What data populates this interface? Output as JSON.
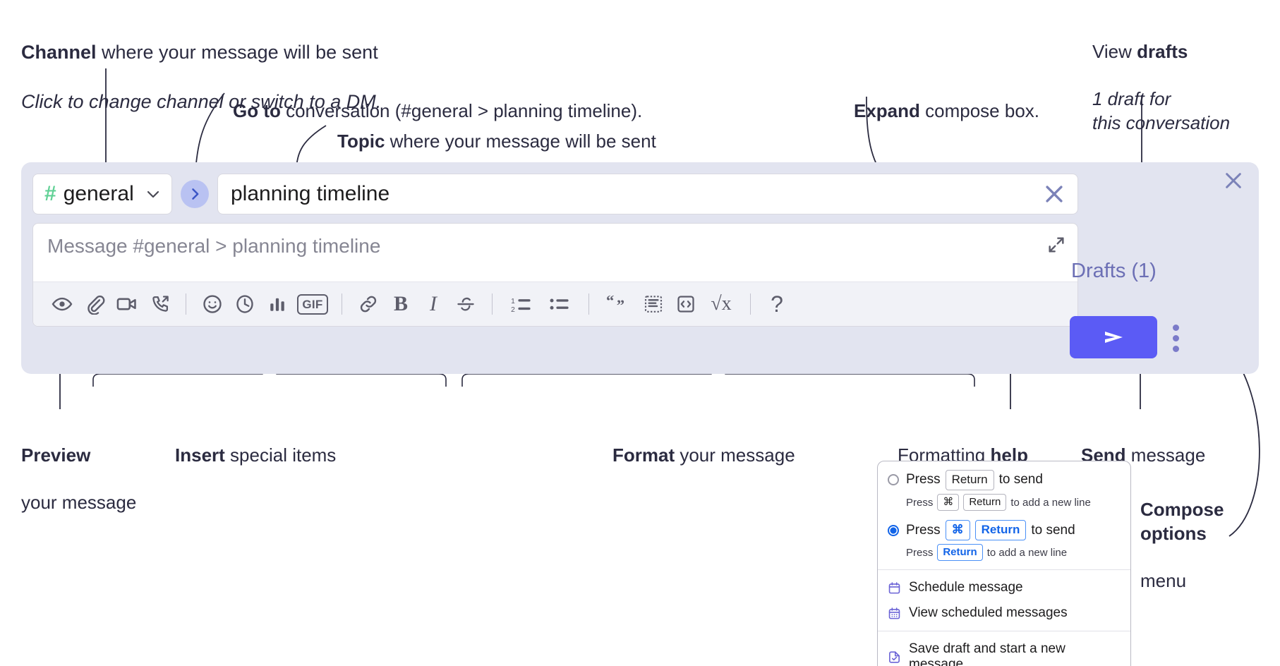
{
  "annotations": {
    "channel": {
      "bold": "Channel",
      "rest": " where your message will be sent",
      "italic": "Click to change channel or switch to a DM."
    },
    "goto": {
      "bold": "Go to",
      "rest": " conversation (#general > planning timeline)."
    },
    "topic": {
      "bold": "Topic",
      "rest": " where your message will be sent"
    },
    "expand": {
      "bold": "Expand",
      "rest": " compose box."
    },
    "drafts": {
      "plain": "View ",
      "bold": "drafts",
      "italic": "1 draft for\nthis conversation"
    },
    "preview": {
      "bold": "Preview",
      "rest": "your message"
    },
    "insert": {
      "bold": "Insert",
      "rest": " special items"
    },
    "format": {
      "bold": "Format",
      "rest": " your message"
    },
    "help": {
      "plain": "Formatting ",
      "bold": "help"
    },
    "send": {
      "bold": "Send",
      "rest": " message"
    },
    "compose_options": {
      "bold": "Compose\noptions",
      "rest": "menu"
    }
  },
  "compose": {
    "channel": {
      "hash": "#",
      "name": "general",
      "chevron": "chevron-down-icon"
    },
    "goto_label": "go-to-conversation",
    "topic": {
      "value": "planning timeline",
      "clear_label": "clear-topic"
    },
    "message": {
      "placeholder": "Message #general > planning timeline",
      "value": ""
    },
    "expand_label": "expand-compose-box",
    "close_label": "close-compose",
    "drafts_label": "Drafts (1)",
    "send_label": "send-message",
    "kebab_label": "compose-options",
    "toolbar": [
      {
        "name": "preview-icon",
        "kind": "icon",
        "title": "Preview"
      },
      {
        "name": "attachment-icon",
        "kind": "icon",
        "title": "Attach file"
      },
      {
        "name": "video-icon",
        "kind": "icon",
        "title": "Record video clip"
      },
      {
        "name": "audio-call-icon",
        "kind": "icon",
        "title": "Record audio clip"
      },
      {
        "name": "separator",
        "kind": "sep"
      },
      {
        "name": "emoji-icon",
        "kind": "icon",
        "title": "Emoji"
      },
      {
        "name": "clock-icon",
        "kind": "icon",
        "title": "Reminder"
      },
      {
        "name": "poll-icon",
        "kind": "icon",
        "title": "Poll"
      },
      {
        "name": "gif-icon",
        "kind": "text",
        "title": "GIF",
        "label": "GIF"
      },
      {
        "name": "separator",
        "kind": "sep"
      },
      {
        "name": "link-icon",
        "kind": "icon",
        "title": "Link"
      },
      {
        "name": "bold-icon",
        "kind": "text",
        "title": "Bold",
        "label": "B"
      },
      {
        "name": "italic-icon",
        "kind": "text",
        "title": "Italic",
        "label": "I"
      },
      {
        "name": "strikethrough-icon",
        "kind": "icon",
        "title": "Strikethrough"
      },
      {
        "name": "separator",
        "kind": "sep"
      },
      {
        "name": "ordered-list-icon",
        "kind": "icon",
        "title": "Ordered list"
      },
      {
        "name": "bulleted-list-icon",
        "kind": "icon",
        "title": "Bulleted list"
      },
      {
        "name": "separator",
        "kind": "sep"
      },
      {
        "name": "blockquote-icon",
        "kind": "text",
        "title": "Blockquote",
        "label": "“„"
      },
      {
        "name": "code-block-icon",
        "kind": "icon",
        "title": "Code block"
      },
      {
        "name": "code-icon",
        "kind": "icon",
        "title": "Code"
      },
      {
        "name": "math-icon",
        "kind": "text",
        "title": "Math",
        "label": "√x"
      },
      {
        "name": "separator",
        "kind": "sep"
      },
      {
        "name": "formatting-help-icon",
        "kind": "text",
        "title": "Formatting help",
        "label": "?"
      }
    ]
  },
  "compose_menu": {
    "options": [
      {
        "selected": false,
        "main": [
          {
            "t": "Press ",
            "k": false
          },
          {
            "t": "Return",
            "k": true
          },
          {
            "t": " to send",
            "k": false
          }
        ],
        "sub": [
          {
            "t": "Press ",
            "k": false
          },
          {
            "t": "⌘",
            "k": true
          },
          {
            "t": "Return",
            "k": true
          },
          {
            "t": " to add a new line",
            "k": false
          }
        ]
      },
      {
        "selected": true,
        "main": [
          {
            "t": "Press ",
            "k": false
          },
          {
            "t": "⌘",
            "k": true,
            "blue": true
          },
          {
            "t": "Return",
            "k": true,
            "blue": true
          },
          {
            "t": " to send",
            "k": false
          }
        ],
        "sub": [
          {
            "t": "Press ",
            "k": false
          },
          {
            "t": "Return",
            "k": true,
            "blue": true
          },
          {
            "t": " to add a new line",
            "k": false
          }
        ]
      }
    ],
    "items_group_a": [
      {
        "icon": "calendar-schedule-icon",
        "label": "Schedule message"
      },
      {
        "icon": "calendar-grid-icon",
        "label": "View scheduled messages"
      }
    ],
    "items_group_b": [
      {
        "icon": "save-draft-icon",
        "label": "Save draft and start a new message"
      }
    ]
  },
  "colors": {
    "panel_bg": "#e2e4f0",
    "send_button": "#5b5bf5",
    "hash_green": "#62d196",
    "drafts_text": "#6c6fb5",
    "goto_circle": "#b9c2f2",
    "menu_blue": "#1264e8",
    "menu_icon_purple": "#6b63d6",
    "annotation_text": "#2b2b40"
  }
}
